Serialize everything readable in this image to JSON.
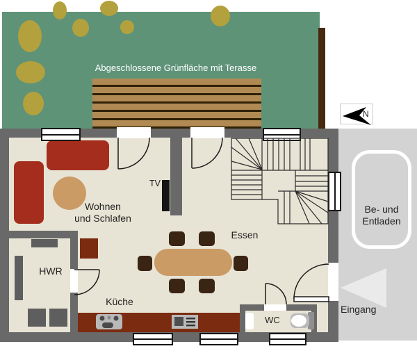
{
  "site": {
    "garden_label": "Abgeschlossene Grünfläche mit Terasse",
    "compass_label": "N"
  },
  "rooms": {
    "living_line1": "Wohnen",
    "living_line2": "und Schlafen",
    "dining": "Essen",
    "utility": "HWR",
    "kitchen": "Küche",
    "wc": "WC",
    "tv": "TV"
  },
  "outside": {
    "loading_line1": "Be- und",
    "loading_line2": "Entladen",
    "entrance": "Eingang"
  },
  "icons": {
    "compass_needle": "arrow-pointing-left-with-N",
    "entrance_arrow": "light-gray-triangle-pointing-left",
    "tv": "black-wall-rectangle",
    "toilet": "toilet-with-tank",
    "stove": "cooktop-with-burners",
    "dishwasher": "appliance-front"
  },
  "colors": {
    "garden_green": "#5e9378",
    "bush_olive": "#b3a13d",
    "terrace_plank": "#b08a52",
    "terrace_gap": "#2f2007",
    "fence_brown": "#46290f",
    "wall_gray": "#696969",
    "floor_beige": "#e8e4d5",
    "sofa_red": "#a52d1d",
    "table_tan": "#cb9b66",
    "chair_brown": "#3a2413",
    "counter_rust": "#7b2b10",
    "driveway_gray": "#d3d3d3",
    "parking_border": "#ffffff",
    "arrow_light": "#eaeaea"
  }
}
